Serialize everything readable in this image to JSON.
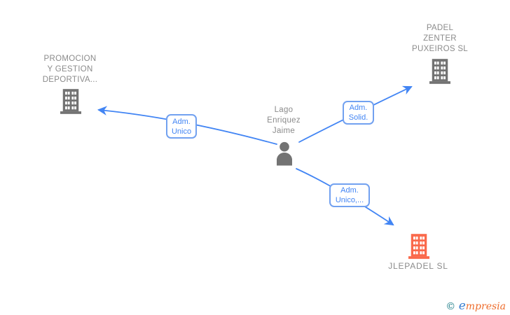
{
  "diagram": {
    "person": {
      "name_lines": [
        "Lago",
        "Enriquez",
        "Jaime"
      ],
      "icon_color": "#737373"
    },
    "companies": [
      {
        "name_lines": [
          "PROMOCION",
          "Y GESTION",
          "DEPORTIVA..."
        ],
        "icon_color": "#737373"
      },
      {
        "name_lines": [
          "PADEL",
          "ZENTER",
          "PUXEIROS SL"
        ],
        "icon_color": "#737373"
      },
      {
        "name": "JLEPADEL SL",
        "icon_color": "#fa694b"
      }
    ],
    "edges": [
      {
        "label_lines": [
          "Adm.",
          "Unico"
        ]
      },
      {
        "label_lines": [
          "Adm.",
          "Solid."
        ]
      },
      {
        "label_lines": [
          "Adm.",
          "Unico,..."
        ]
      }
    ],
    "colors": {
      "edge_blue": "#4285f4",
      "label_gray": "#8b8b8b",
      "icon_gray": "#737373",
      "icon_orange": "#fa694b"
    }
  },
  "watermark": {
    "copyright": "©",
    "brand_initial": "e",
    "brand_rest": "mpresia"
  }
}
